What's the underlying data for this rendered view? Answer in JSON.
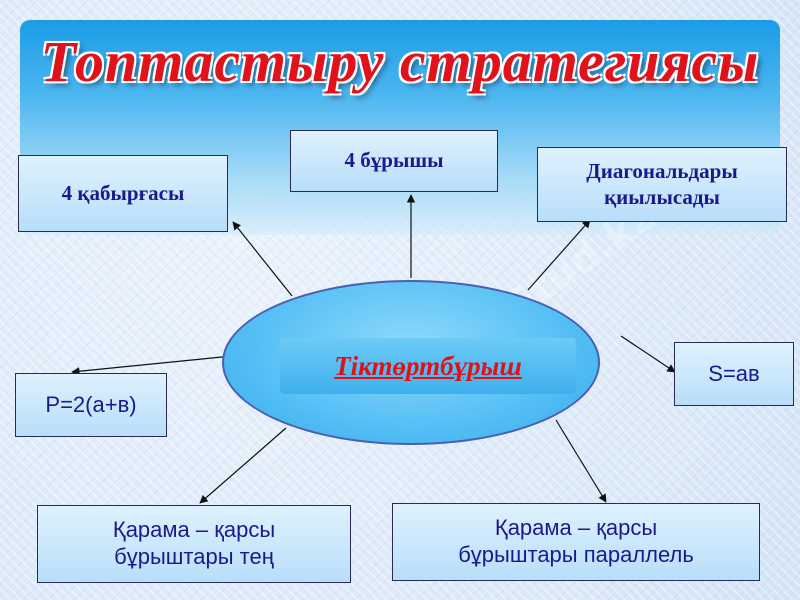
{
  "title": "Топтастыру стратегиясы",
  "center": "Тіктөртбұрыш",
  "nodes": {
    "sides": "4 қабырғасы",
    "angles": "4 бұрышы",
    "diagonals_line1": "Диагональдары",
    "diagonals_line2": "қиылысады",
    "area": "S=ав",
    "perimeter": "Р=2(а+в)",
    "opposite_angles_line1": "Қарама – қарсы",
    "opposite_angles_line2": "бұрыштары тең",
    "opposite_sides_line1": "Қарама – қарсы",
    "opposite_sides_line2": "бұрыштары параллель"
  },
  "watermark": "Stud.kz - Stud.kz",
  "colors": {
    "title": "#e0121c",
    "node_text": "#1a1a8c",
    "center_text": "#e01218",
    "ellipse": "#54bff5",
    "banner": "#1a9ce6"
  }
}
